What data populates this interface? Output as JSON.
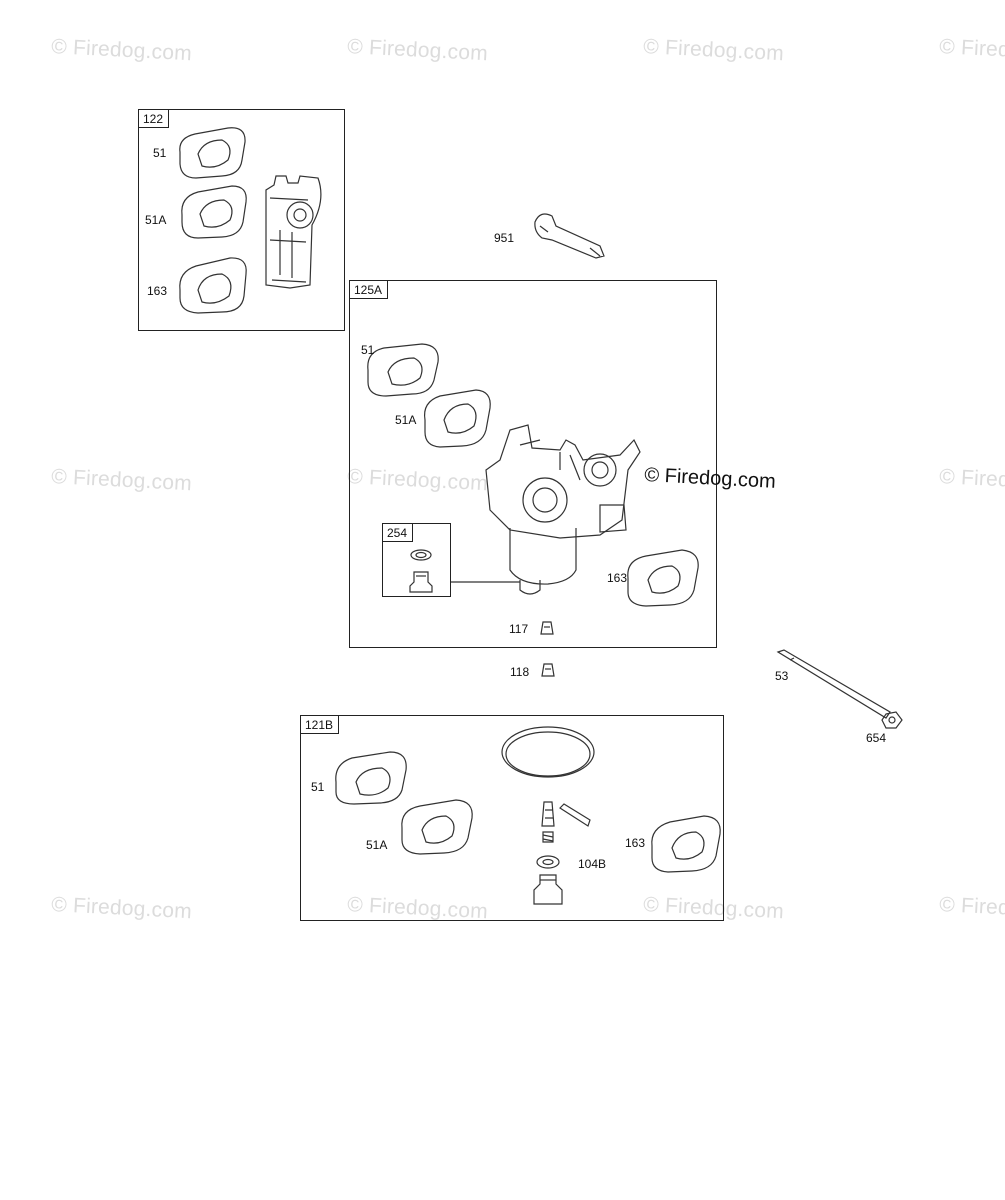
{
  "watermark": "© Firedog.com",
  "brand_mark": "© Firedog.com",
  "kits": {
    "k122": {
      "label": "122",
      "parts": [
        "51",
        "51A",
        "163"
      ]
    },
    "k125A": {
      "label": "125A",
      "parts": [
        "51",
        "51A",
        "163"
      ]
    },
    "k254": {
      "label": "254"
    },
    "k121B": {
      "label": "121B",
      "parts": [
        "51",
        "51A",
        "163",
        "104B"
      ]
    }
  },
  "loose_parts": [
    "951",
    "117",
    "118",
    "53",
    "654"
  ]
}
